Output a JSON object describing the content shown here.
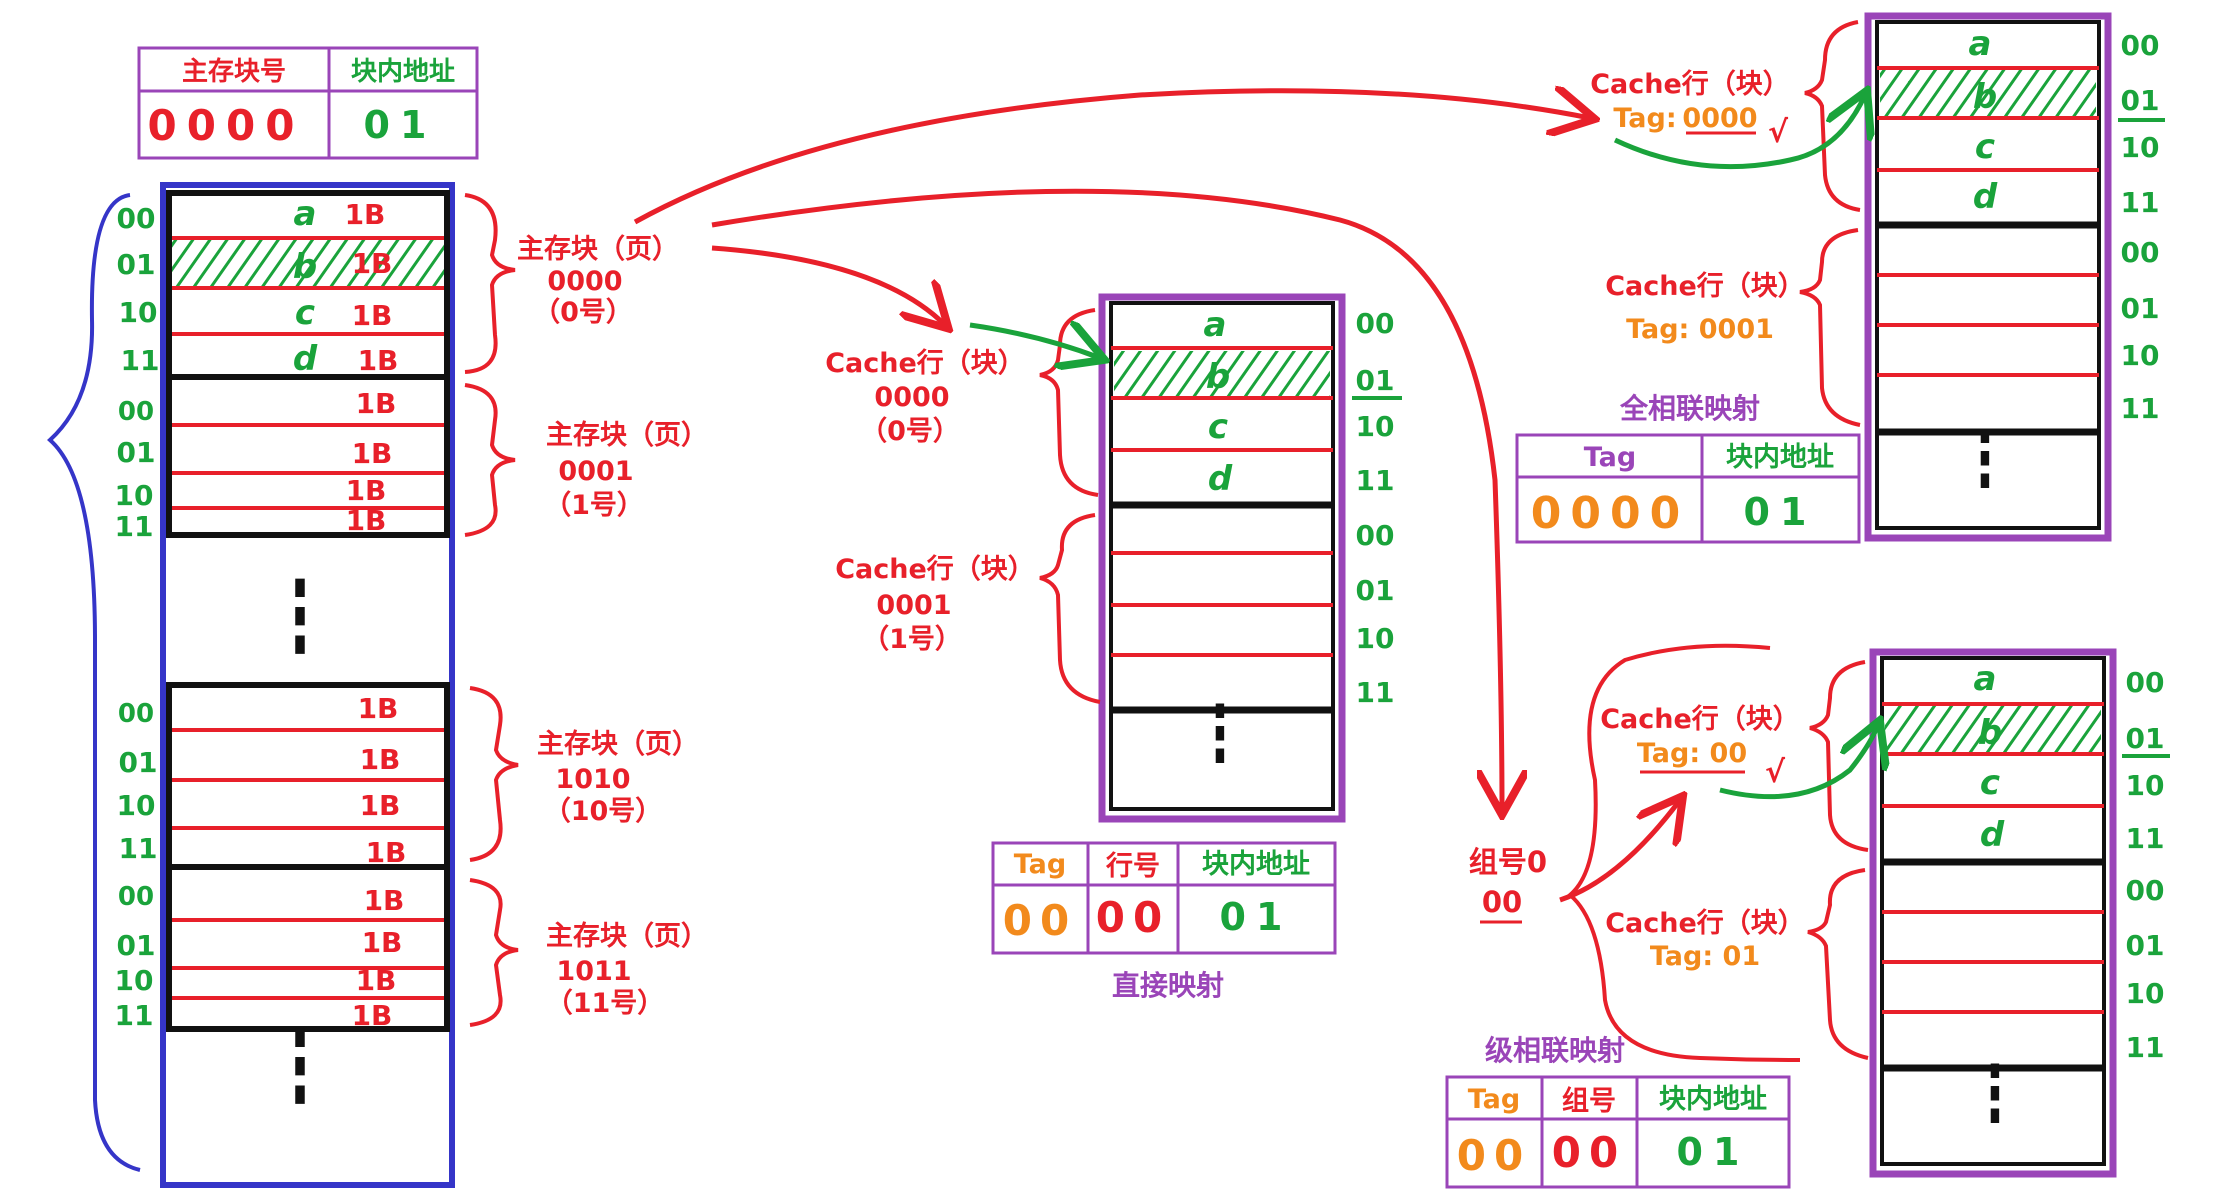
{
  "colors": {
    "red": "#e8202a",
    "green": "#1aa33b",
    "orange": "#f28a1c",
    "purple": "#9a45b8",
    "blue": "#3535c8",
    "black": "#111111"
  },
  "address_main": {
    "headers": [
      "主存块号",
      "块内地址"
    ],
    "values": [
      "0000",
      "01"
    ]
  },
  "main_memory": {
    "offsets": [
      "00",
      "01",
      "10",
      "11"
    ],
    "byte_label": "1B",
    "data_letters": [
      "a",
      "b",
      "c",
      "d"
    ],
    "blocks": [
      {
        "line1": "主存块（页）",
        "line2": "0000",
        "line3": "（0号）"
      },
      {
        "line1": "主存块（页）",
        "line2": "0001",
        "line3": "（1号）"
      },
      {
        "line1": "主存块（页）",
        "line2": "1010",
        "line3": "（10号）"
      },
      {
        "line1": "主存块（页）",
        "line2": "1011",
        "line3": "（11号）"
      }
    ]
  },
  "direct": {
    "offsets": [
      "00",
      "01",
      "10",
      "11"
    ],
    "lines": [
      {
        "line1": "Cache行（块）",
        "line2": "0000",
        "line3": "（0号）"
      },
      {
        "line1": "Cache行（块）",
        "line2": "0001",
        "line3": "（1号）"
      }
    ],
    "caption": "直接映射",
    "address": {
      "headers": [
        "Tag",
        "行号",
        "块内地址"
      ],
      "values": [
        "00",
        "00",
        "01"
      ]
    }
  },
  "full": {
    "offsets": [
      "00",
      "01",
      "10",
      "11"
    ],
    "lines": [
      {
        "line1": "Cache行（块）",
        "line2_prefix": "Tag: ",
        "line2_value": "0000",
        "check": "√"
      },
      {
        "line1": "Cache行（块）",
        "line2": "Tag: 0001"
      }
    ],
    "caption": "全相联映射",
    "address": {
      "headers": [
        "Tag",
        "块内地址"
      ],
      "values": [
        "0000",
        "01"
      ]
    }
  },
  "set": {
    "offsets": [
      "00",
      "01",
      "10",
      "11"
    ],
    "group_label": "组号0",
    "group_value": "00",
    "lines": [
      {
        "line1": "Cache行（块）",
        "line2": "Tag: 00",
        "check": "√"
      },
      {
        "line1": "Cache行（块）",
        "line2": "Tag: 01"
      }
    ],
    "caption": "级相联映射",
    "address": {
      "headers": [
        "Tag",
        "组号",
        "块内地址"
      ],
      "values": [
        "00",
        "00",
        "01"
      ]
    }
  },
  "dots": "⋮"
}
